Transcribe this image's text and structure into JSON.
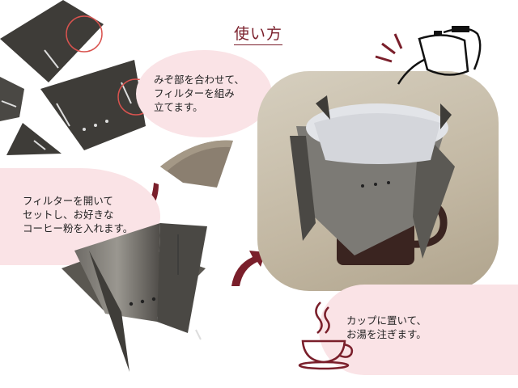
{
  "title": "使い方",
  "steps": [
    {
      "text": "みぞ部を合わせて、\nフィルターを組み\n立てます。"
    },
    {
      "text": "フィルターを開いて\nセットし、お好きな\nコーヒー粉を入れます。"
    },
    {
      "text": "カップに置いて、\nお湯を注ぎます。"
    }
  ],
  "colors": {
    "accent": "#7a1f2b",
    "bubble": "#fae3e6",
    "metal": "#3e3c38"
  },
  "icons": [
    "kettle-icon",
    "coffee-cup-icon",
    "curved-arrow-icon"
  ]
}
